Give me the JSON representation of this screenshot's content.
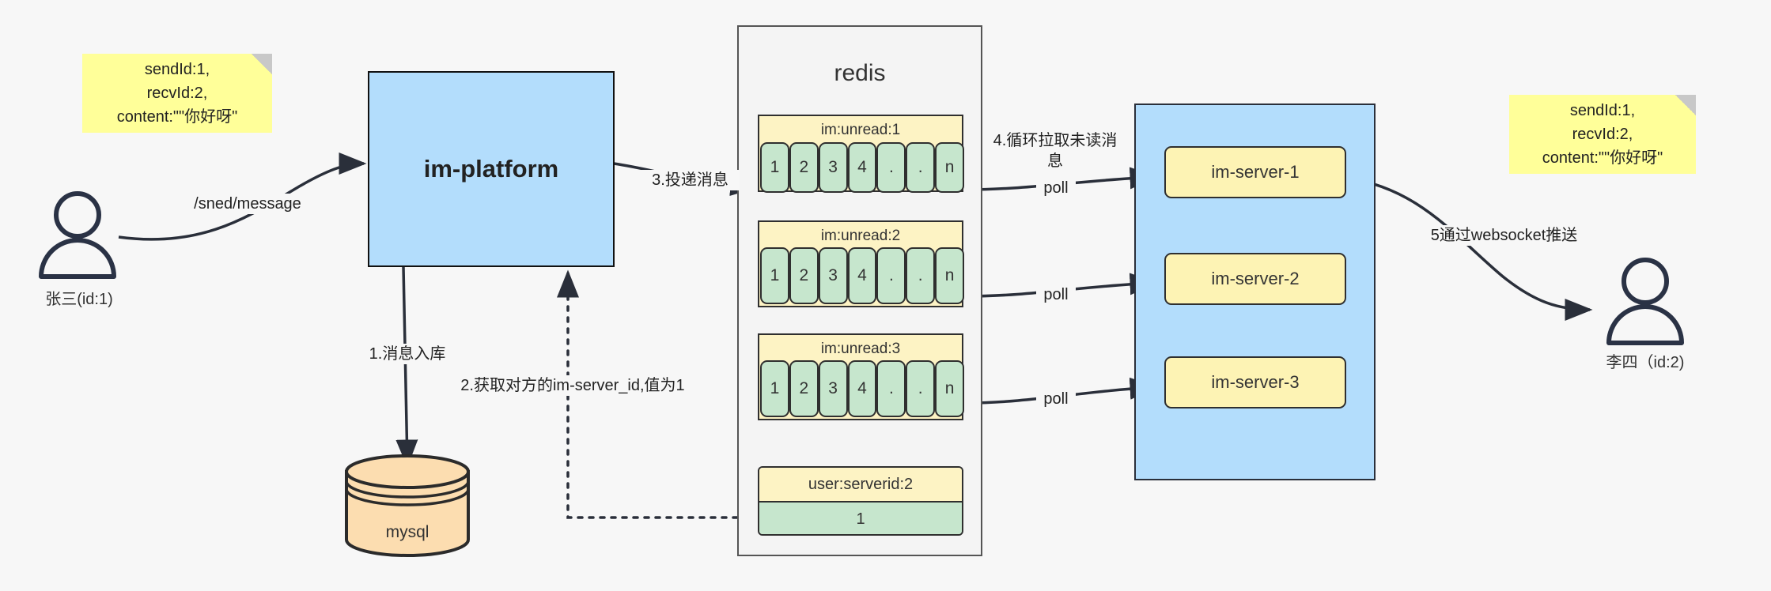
{
  "diagram": {
    "title": "IM message delivery architecture",
    "colors": {
      "note_yellow": "#ffff99",
      "platform_blue": "#b3ddfc",
      "queue_key_yellow": "#fdf3c4",
      "queue_cell_green": "#c6e6cd",
      "server_yellow": "#fdf3b4",
      "mysql_orange": "#fcddb0",
      "stroke_dark": "#2f2f2f",
      "canvas_bg": "#f7f7f7"
    },
    "actors": [
      {
        "name": "zhangsan",
        "label": "张三(id:1)",
        "icon": "person-icon"
      },
      {
        "name": "lisi",
        "label": "李四（id:2)",
        "icon": "person-icon"
      }
    ],
    "notes": [
      {
        "name": "left-note",
        "text": "sendId:1,\nrecvId:2,\ncontent:\"\"你好呀\""
      },
      {
        "name": "right-note",
        "text": "sendId:1,\nrecvId:2,\ncontent:\"\"你好呀\""
      }
    ],
    "platform": {
      "label": "im-platform"
    },
    "database": {
      "label": "mysql",
      "shape": "cylinder-icon"
    },
    "redis": {
      "title": "redis",
      "queues": [
        {
          "key": "im:unread:1",
          "cells": [
            "1",
            "2",
            "3",
            "4",
            ".",
            ".",
            "n"
          ]
        },
        {
          "key": "im:unread:2",
          "cells": [
            "1",
            "2",
            "3",
            "4",
            ".",
            ".",
            "n"
          ]
        },
        {
          "key": "im:unread:3",
          "cells": [
            "1",
            "2",
            "3",
            "4",
            ".",
            ".",
            "n"
          ]
        }
      ],
      "kv": {
        "key": "user:serverid:2",
        "value": "1"
      }
    },
    "servers": [
      {
        "label": "im-server-1"
      },
      {
        "label": "im-server-2"
      },
      {
        "label": "im-server-3"
      }
    ],
    "edges": [
      {
        "name": "send-message",
        "label": "/sned/message"
      },
      {
        "name": "message-persist",
        "label": "1.消息入库"
      },
      {
        "name": "fetch-server-id",
        "label": "2.获取对方的im-server_id,值为1"
      },
      {
        "name": "deliver-message",
        "label": "3.投递消息"
      },
      {
        "name": "poll-unread",
        "label": "4.循环拉取未读消\n息"
      },
      {
        "name": "poll-1",
        "label": "poll"
      },
      {
        "name": "poll-2",
        "label": "poll"
      },
      {
        "name": "poll-3",
        "label": "poll"
      },
      {
        "name": "websocket-push",
        "label": "5通过websocket推送"
      }
    ]
  }
}
